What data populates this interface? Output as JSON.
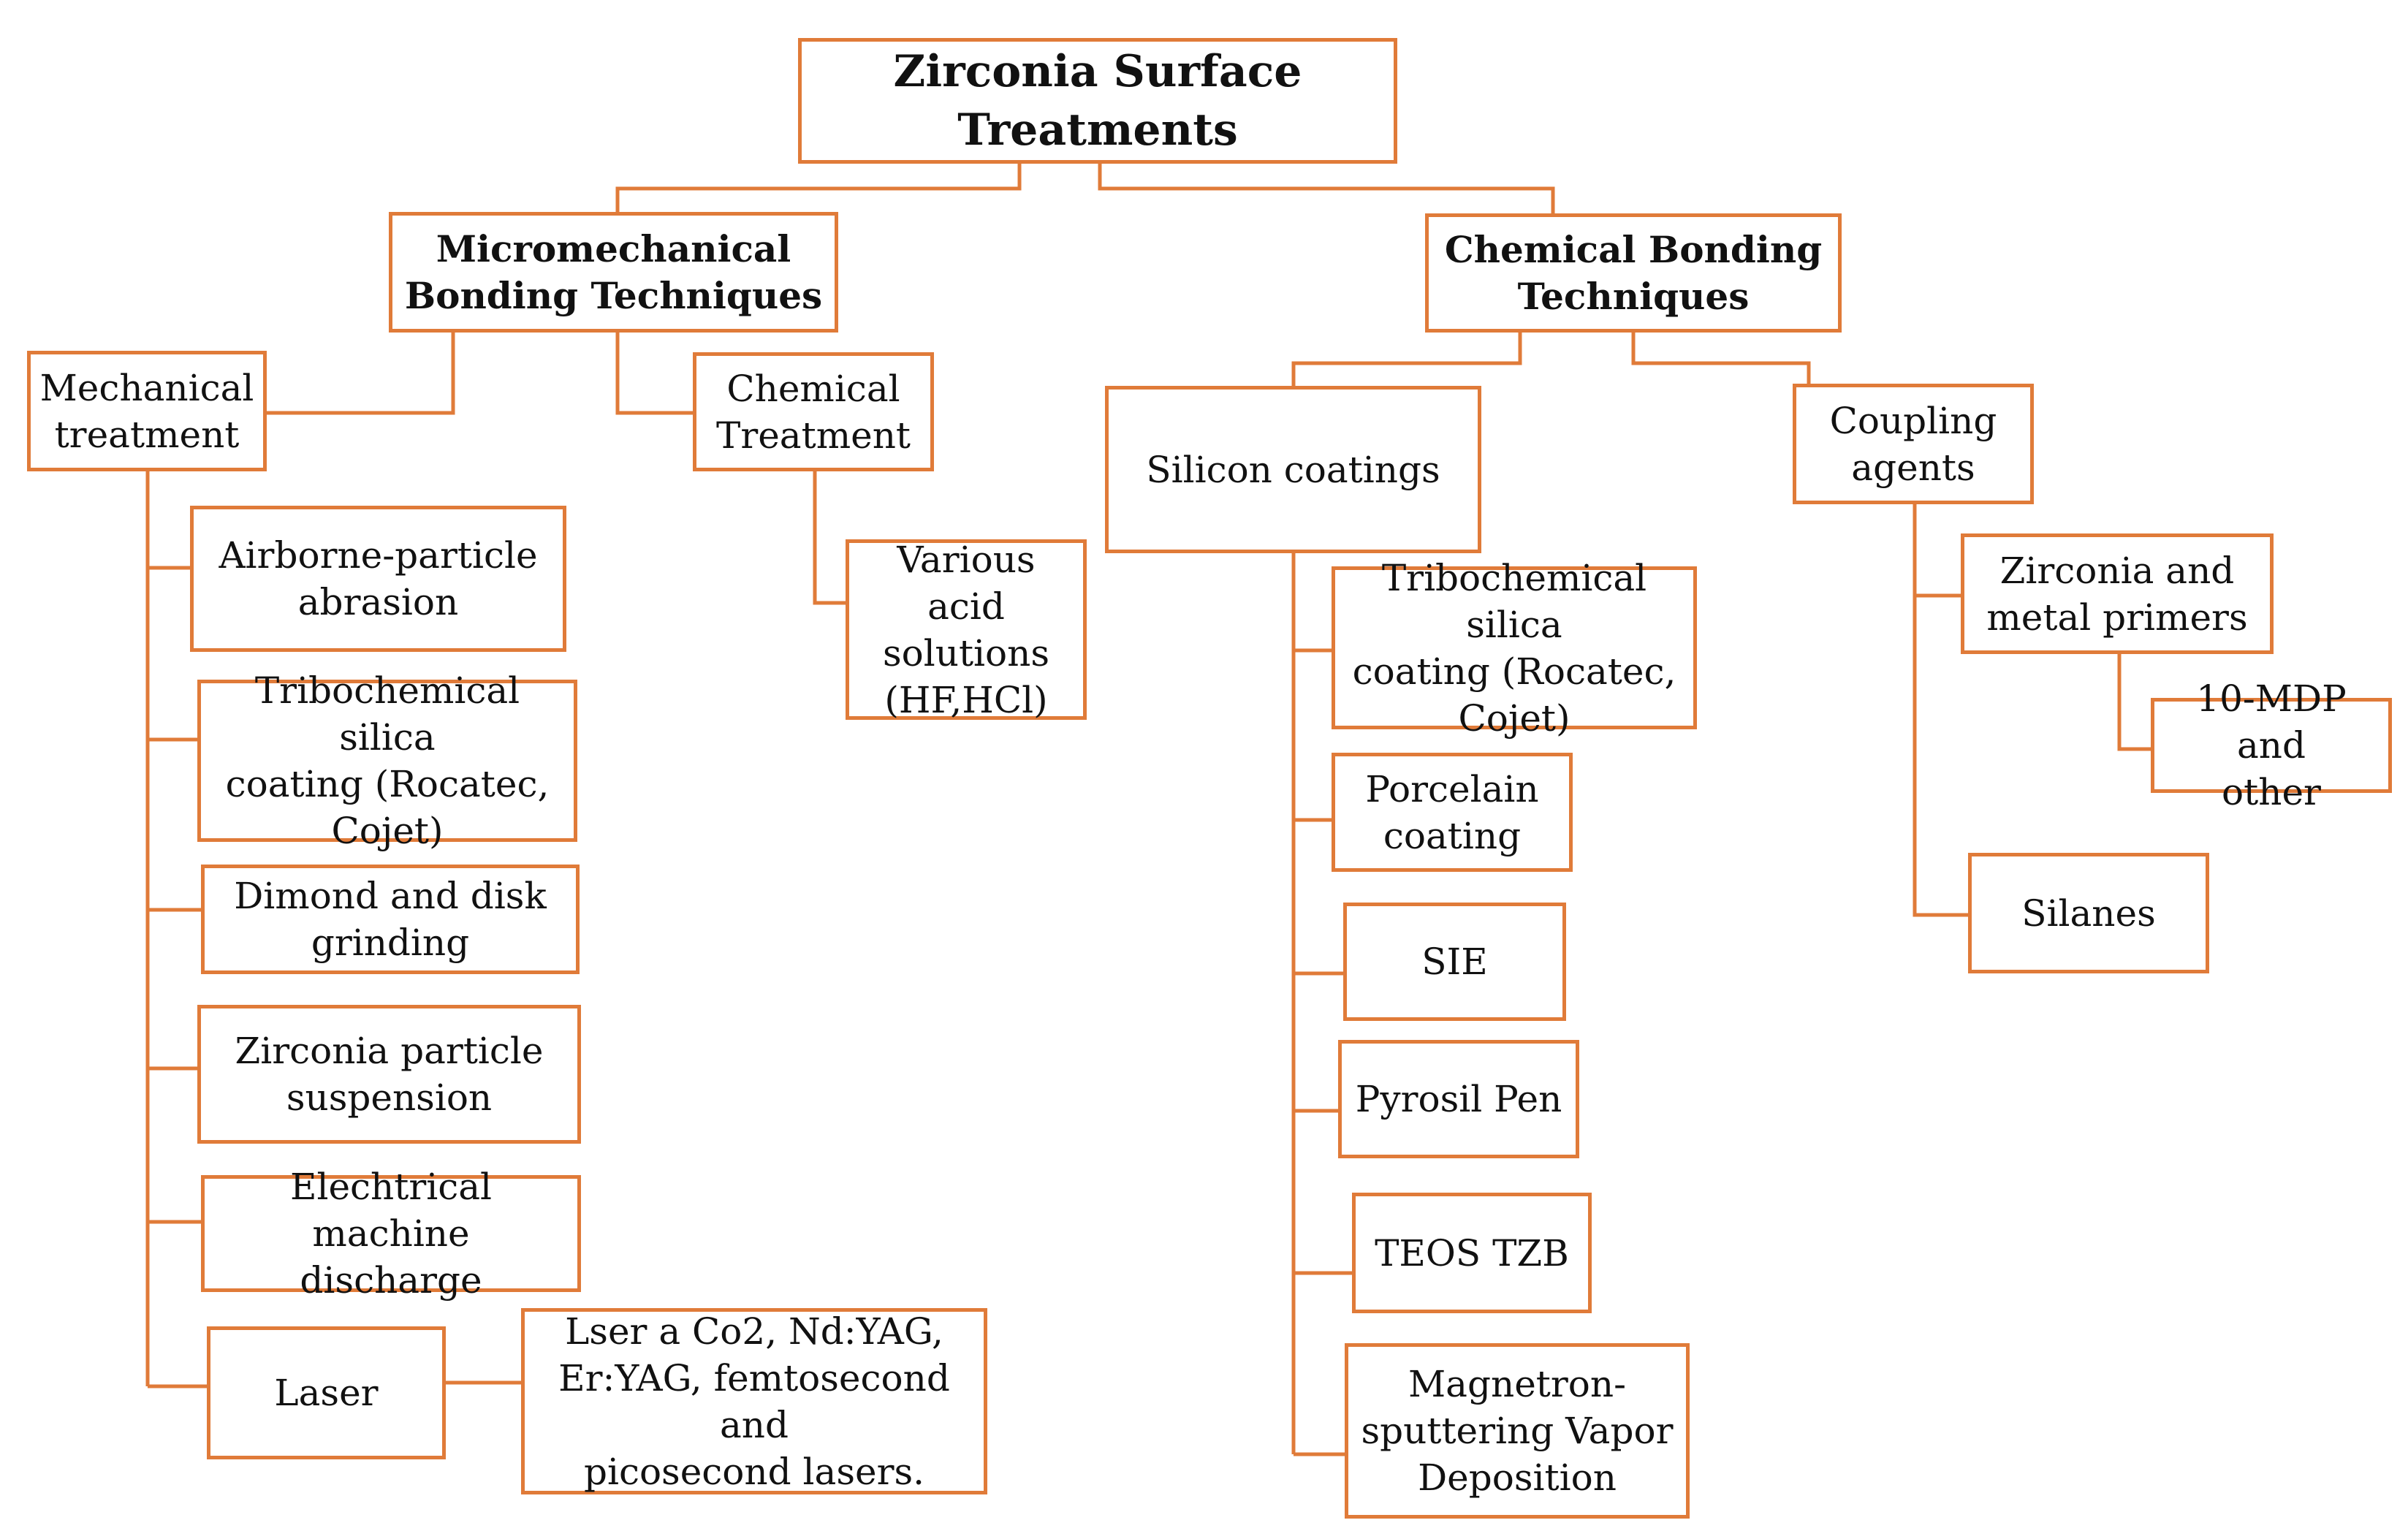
{
  "colors": {
    "line": "#e07b39",
    "text": "#111111",
    "background": "#ffffff"
  },
  "nodes": {
    "root": "Zirconia Surface\nTreatments",
    "micromechanical": "Micromechanical\nBonding Techniques",
    "chemical_bonding": "Chemical Bonding\nTechniques",
    "mechanical_treatment": "Mechanical\ntreatment",
    "chemical_treatment": "Chemical\nTreatment",
    "acid_solutions": "Various acid\nsolutions\n(HF,HCl)",
    "airborne": "Airborne-particle\nabrasion",
    "tribochemical_mech": "Tribochemical silica\ncoating (Rocatec,\nCojet)",
    "diamond_grinding": "Dimond and disk\ngrinding",
    "zirconia_suspension": "Zirconia particle\nsuspension",
    "edm": "Elechtrical machine\ndischarge",
    "laser": "Laser",
    "laser_types": "Lser a Co2, Nd:YAG,\nEr:YAG, femtosecond and\npicosecond lasers.",
    "silicon_coatings": "Silicon coatings",
    "coupling_agents": "Coupling\nagents",
    "tribochemical_chem": "Tribochemical silica\ncoating (Rocatec,\nCojet)",
    "porcelain": "Porcelain\ncoating",
    "sie": "SIE",
    "pyrosil": "Pyrosil Pen",
    "teos": "TEOS TZB",
    "magnetron": "Magnetron-\nsputtering Vapor\nDeposition",
    "primers": "Zirconia and\nmetal primers",
    "mdp": "10-MDP and\nother",
    "silanes": "Silanes"
  }
}
